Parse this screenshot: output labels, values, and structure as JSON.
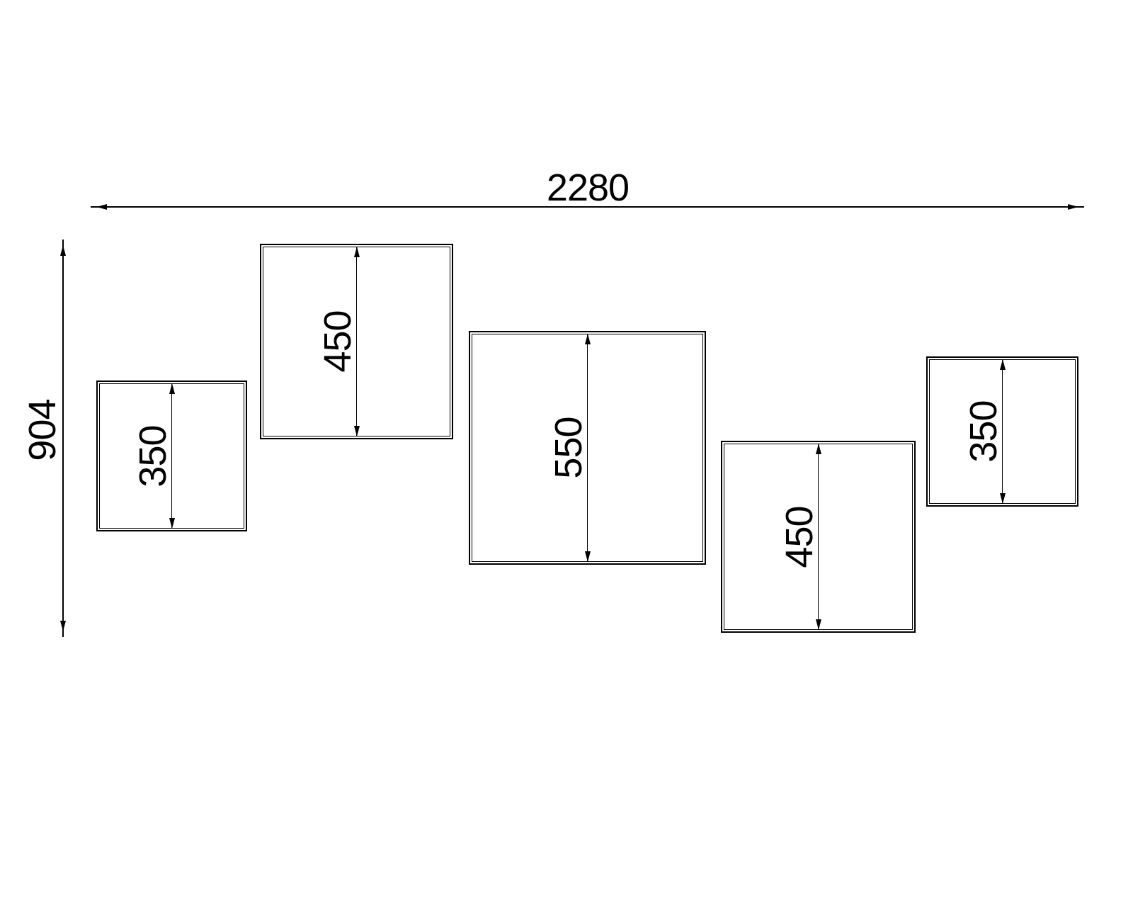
{
  "drawing": {
    "type": "technical-dimension-drawing",
    "background_color": "#ffffff",
    "line_color": "#000000",
    "overall_width": {
      "label": "2280"
    },
    "overall_height": {
      "label": "904"
    },
    "boxes": [
      {
        "size_label": "350"
      },
      {
        "size_label": "450"
      },
      {
        "size_label": "550"
      },
      {
        "size_label": "450"
      },
      {
        "size_label": "350"
      }
    ]
  }
}
